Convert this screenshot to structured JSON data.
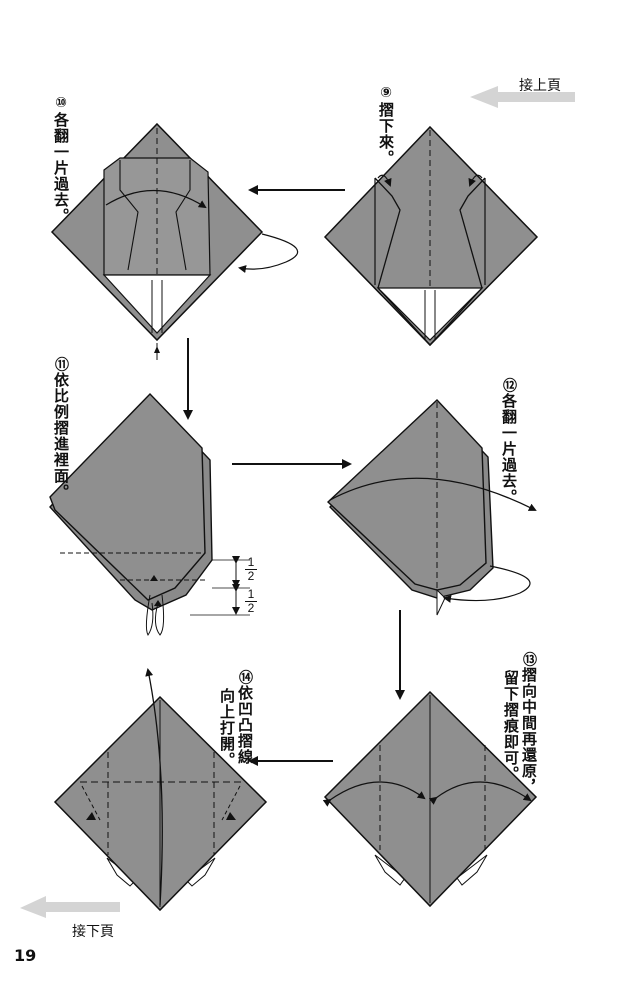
{
  "navigation": {
    "continue_from_prev": "接上頁",
    "continue_to_next": "接下頁"
  },
  "page_number": "19",
  "steps": [
    {
      "number": "⑨",
      "instruction": "摺下來。"
    },
    {
      "number": "⑩",
      "instruction": "各翻一片過去。"
    },
    {
      "number": "⑪",
      "instruction": "依比例摺進裡面。"
    },
    {
      "number": "⑫",
      "instruction": "各翻一片過去。"
    },
    {
      "number": "⑬",
      "instruction_line1": "摺向中間再還原，",
      "instruction_line2": "留下摺痕即可。"
    },
    {
      "number": "⑭",
      "instruction_line1": "依凹凸摺線",
      "instruction_line2": "向上打開。"
    }
  ],
  "ratio_labels": [
    {
      "numerator": "1",
      "denominator": "2"
    },
    {
      "numerator": "1",
      "denominator": "2"
    }
  ],
  "colors": {
    "paper_fill": "#8f8f8f",
    "line": "#111111",
    "nav_arrow": "#d0d0d0"
  }
}
